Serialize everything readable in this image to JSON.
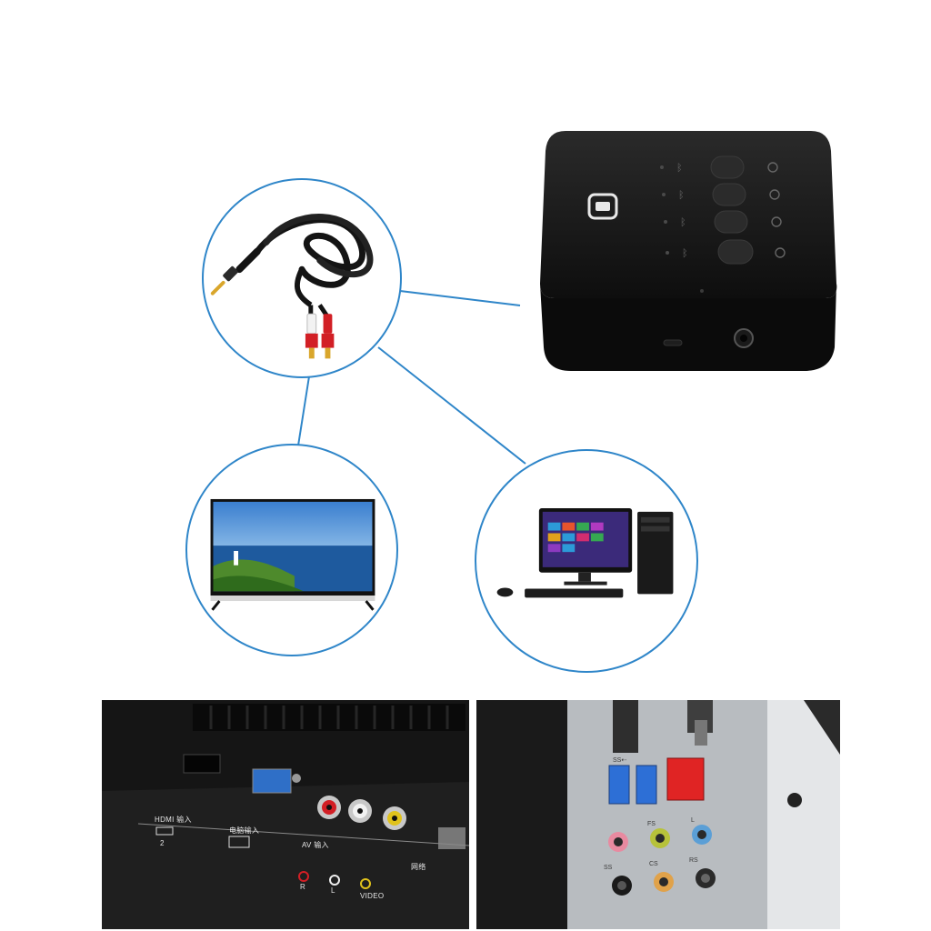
{
  "colors": {
    "connector_line": "#2f86c9",
    "background": "#ffffff",
    "device_body": "#151515",
    "cable_black": "#141414",
    "rca_red": "#d21f25",
    "rca_white": "#f2f2f2",
    "rca_gold": "#d9a62b",
    "jack_green": "#b7c23a",
    "jack_pink": "#e88aa0",
    "jack_blue": "#5b9fd6",
    "lan_red": "#e02424",
    "usb_blue": "#2d6fd6"
  },
  "icons": {
    "device_logo": "bluetooth-hub-logo-icon",
    "pair_buttons": "bluetooth-icon",
    "power": "power-icon"
  },
  "tv_panel_labels": {
    "hdmi": "HDMI 输入",
    "hdmi_num": "2",
    "pc_input": "电脑输入",
    "av_input": "AV 输入",
    "av_r": "R",
    "av_l": "L",
    "av_video": "VIDEO",
    "network": "网络"
  },
  "pc_panel_labels": {
    "usb": "SS⇠",
    "fs": "FS",
    "line_in": "L",
    "rs": "RS",
    "ss": "SS",
    "cs": "CS"
  }
}
